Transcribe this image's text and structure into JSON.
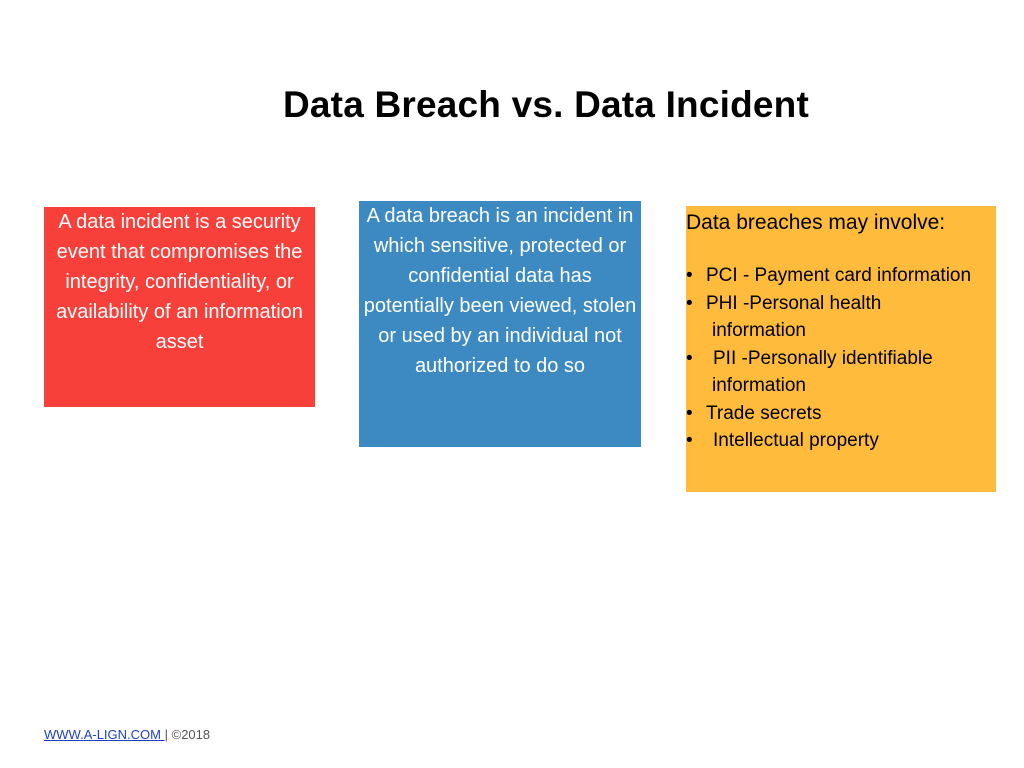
{
  "slide": {
    "title": "Data Breach vs. Data Incident"
  },
  "incident_box": {
    "text": "A data incident is a security event that compromises the integrity, confidentiality, or availability of an information asset"
  },
  "breach_box": {
    "text": "A data breach is an incident in which sensitive, protected or confidential data has potentially been viewed, stolen or used by an individual not authorized to do so"
  },
  "involve_box": {
    "heading": "Data breaches may involve:",
    "items": [
      {
        "bullet": "•",
        "line1": "PCI - Payment card information",
        "line2": ""
      },
      {
        "bullet": "•",
        "line1": "PHI -Personal health",
        "line2": "information"
      },
      {
        "bullet": "•",
        "line1": "PII -Personally identifiable",
        "line2": "information"
      },
      {
        "bullet": "•",
        "line1": "Trade secrets",
        "line2": ""
      },
      {
        "bullet": "•",
        "line1": "Intellectual property",
        "line2": ""
      }
    ]
  },
  "footer": {
    "link": "WWW.A-LIGN.COM ",
    "separator": "|",
    "copyright": "©2018"
  },
  "colors": {
    "incident_box": "#f8403b",
    "breach_box": "#3d8ac3",
    "involve_box": "#ffbb3c"
  }
}
